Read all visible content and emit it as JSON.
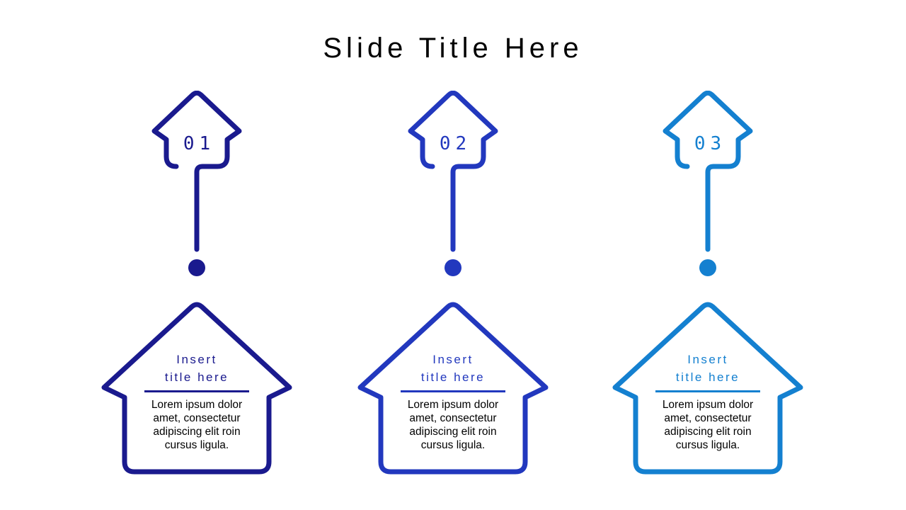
{
  "slide": {
    "title": "Slide Title Here",
    "title_color": "#000000",
    "background_color": "#FFFFFF"
  },
  "items": [
    {
      "number": "01",
      "color": "#1A1A8E",
      "title": "Insert\ntitle here",
      "body": "Lorem ipsum dolor\namet, consectetur\nadipiscing elit roin\ncursus ligula.",
      "body_color": "#000000"
    },
    {
      "number": "02",
      "color": "#2238BE",
      "title": "Insert\ntitle here",
      "body": "Lorem ipsum dolor\namet, consectetur\nadipiscing elit roin\ncursus ligula.",
      "body_color": "#000000"
    },
    {
      "number": "03",
      "color": "#1480D0",
      "title": "Insert\ntitle here",
      "body": "Lorem ipsum dolor\namet, consectetur\nadipiscing elit roin\ncursus ligula.",
      "body_color": "#000000"
    }
  ]
}
